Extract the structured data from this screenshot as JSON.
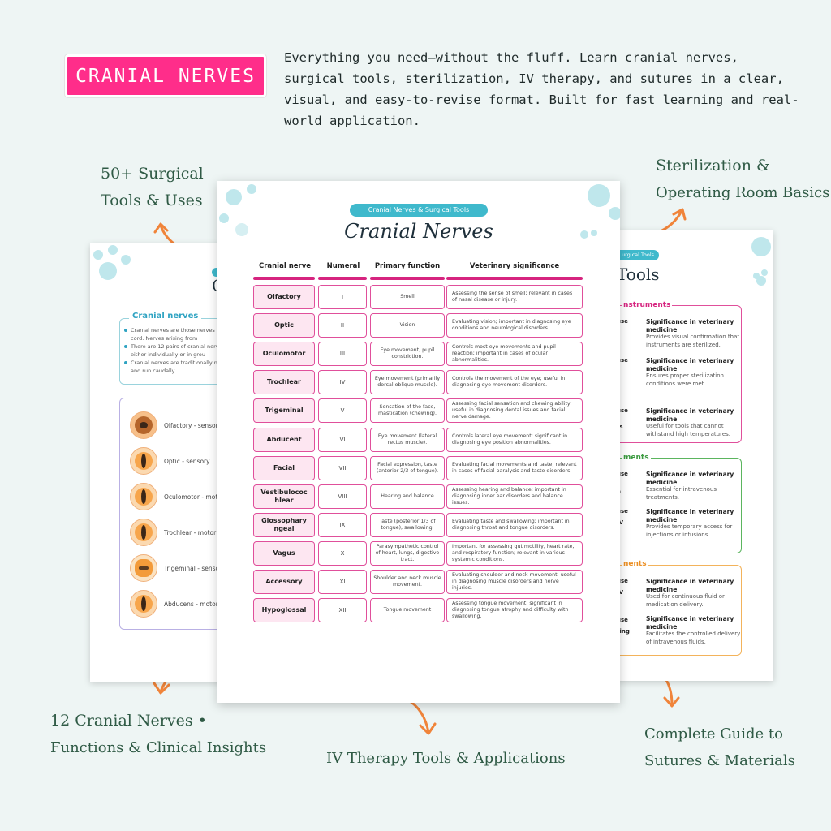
{
  "badge": "CRANIAL NERVES",
  "intro": "Everything you need—without the fluff. Learn cranial nerves, surgical tools, sterilization, IV therapy, and sutures in a clear, visual, and easy-to-revise format. Built for fast learning and real-world application.",
  "callouts": {
    "surgical_tools": [
      "50+ Surgical",
      "Tools & Uses"
    ],
    "sterilization": [
      "Sterilization &",
      "Operating Room Basics"
    ],
    "cranial": [
      "12 Cranial Nerves •",
      "Functions & Clinical Insights"
    ],
    "iv": "IV Therapy Tools & Applications",
    "sutures": [
      "Complete Guide to",
      "Sutures & Materials"
    ]
  },
  "colors": {
    "badge": "#ff2d8a",
    "accent_pink": "#d6247f",
    "teal": "#3fb9cc",
    "arrow": "#f0843a",
    "callout_text": "#2f5a45"
  },
  "left_page": {
    "chip": "C",
    "title": "C",
    "card_title": "Cranial nerves",
    "bullets": [
      "Cranial nerves are those nerves spinal cord. Nerves arising from",
      "There are 12 pairs of cranial nerv skull, either individually or in grou",
      "Cranial nerves are traditionally n cranially and run caudally."
    ],
    "items": [
      "Olfactory - sensory",
      "Optic - sensory",
      "Oculomotor - motor",
      "Trochlear - motor",
      "Trigeminal - sensory",
      "Abducens - motor"
    ]
  },
  "right_page": {
    "chip": "urgical Tools",
    "title": "Tools",
    "cards": [
      {
        "title": "nstruments",
        "uses": [
          "use",
          "use",
          "ts",
          "use"
        ],
        "sigs": [
          {
            "head": "Significance in veterinary medicine",
            "text": "Provides visual confirmation that instruments are sterilized."
          },
          {
            "head": "Significance in veterinary medicine",
            "text": "Ensures proper sterilization conditions were met."
          },
          {
            "head": "Significance in veterinary medicine",
            "text": "Useful for tools that cannot withstand high temperatures."
          }
        ]
      },
      {
        "title": "ments",
        "uses": [
          "use",
          "n",
          "use",
          "IV"
        ],
        "sigs": [
          {
            "head": "Significance in veterinary medicine",
            "text": "Essential for intravenous treatments."
          },
          {
            "head": "Significance in veterinary medicine",
            "text": "Provides temporary access for injections or infusions."
          }
        ]
      },
      {
        "title": "nents",
        "uses": [
          "use",
          "IV",
          "use",
          "ring"
        ],
        "sigs": [
          {
            "head": "Significance in veterinary medicine",
            "text": "Used for continuous fluid or medication delivery."
          },
          {
            "head": "Significance in veterinary medicine",
            "text": "Facilitates the controlled delivery of intravenous fluids."
          }
        ]
      }
    ]
  },
  "center_page": {
    "chip": "Cranial Nerves & Surgical Tools",
    "title": "Cranial Nerves",
    "headers": [
      "Cranial nerve",
      "Numeral",
      "Primary function",
      "Veterinary significance"
    ],
    "rows": [
      [
        "Olfactory",
        "I",
        "Smell",
        "Assessing the sense of smell; relevant in cases of nasal disease or injury."
      ],
      [
        "Optic",
        "II",
        "Vision",
        "Evaluating vision; important in diagnosing eye conditions and neurological disorders."
      ],
      [
        "Oculomotor",
        "III",
        "Eye movement, pupil constriction.",
        "Controls most eye movements and pupil reaction; important in cases of ocular abnormalities."
      ],
      [
        "Trochlear",
        "IV",
        "Eye movement (primarily dorsal oblique muscle).",
        "Controls the movement of the eye; useful in diagnosing eye movement disorders."
      ],
      [
        "Trigeminal",
        "V",
        "Sensation of the face, mastication (chewing).",
        "Assessing facial sensation and chewing ability; useful in diagnosing dental issues and facial nerve damage."
      ],
      [
        "Abducent",
        "VI",
        "Eye movement (lateral rectus muscle).",
        "Controls lateral eye movement; significant in diagnosing eye position abnormalities."
      ],
      [
        "Facial",
        "VII",
        "Facial expression, taste (anterior 2/3 of tongue).",
        "Evaluating facial movements and taste; relevant in cases of facial paralysis and taste disorders."
      ],
      [
        "Vestibulococ hlear",
        "VIII",
        "Hearing and balance",
        "Assessing hearing and balance; important in diagnosing inner ear disorders and balance issues."
      ],
      [
        "Glossophary ngeal",
        "IX",
        "Taste (posterior 1/3 of tongue), swallowing.",
        "Evaluating taste and swallowing; important in diagnosing throat and tongue disorders."
      ],
      [
        "Vagus",
        "X",
        "Parasympathetic control of heart, lungs, digestive tract.",
        "Important for assessing gut motility, heart rate, and respiratory function; relevant in various systemic conditions."
      ],
      [
        "Accessory",
        "XI",
        "Shoulder and neck muscle movement.",
        "Evaluating shoulder and neck movement; useful in diagnosing muscle disorders and nerve injuries."
      ],
      [
        "Hypoglossal",
        "XII",
        "Tongue movement",
        "Assessing tongue movement; significant in diagnosing tongue atrophy and difficulty with swallowing."
      ]
    ]
  }
}
